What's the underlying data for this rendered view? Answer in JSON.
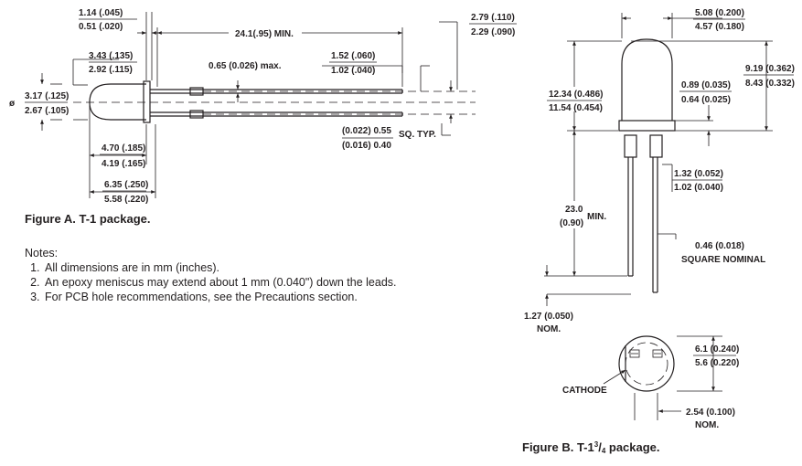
{
  "figure_a": {
    "caption": "Figure A. T-1 package.",
    "dims": {
      "d1_top": "1.14 (.045)",
      "d1_bot": "0.51 (.020)",
      "d2_top": "3.43 (.135)",
      "d2_bot": "2.92 (.115)",
      "dia_sym": "ø",
      "d3_top": "3.17 (.125)",
      "d3_bot": "2.67 (.105)",
      "d4": "24.1(.95)  MIN.",
      "d5": "0.65 (0.026) max.",
      "d6_top": "1.52 (.060)",
      "d6_bot": "1.02 (.040)",
      "d7_top": "2.79 (.110)",
      "d7_bot": "2.29 (.090)",
      "d8_top": "(0.022) 0.55",
      "d8_bot": "(0.016) 0.40",
      "d8_note": "SQ.  TYP.",
      "d9_top": "4.70 (.185)",
      "d9_bot": "4.19 (.165)",
      "d10_top": "6.35 (.250)",
      "d10_bot": "5.58 (.220)"
    }
  },
  "notes": {
    "title": "Notes:",
    "items": [
      "All dimensions are in mm (inches).",
      "An epoxy meniscus may extend about 1 mm (0.040\") down the leads.",
      "For PCB hole recommendations, see the Precautions section."
    ]
  },
  "figure_b": {
    "caption_main": "Figure B. T-1",
    "caption_sup": "3",
    "caption_sub": "4",
    "caption_end": " package.",
    "dims": {
      "w_top": "5.08 (0.200)",
      "w_bot": "4.57 (0.180)",
      "h_top": "9.19 (0.362)",
      "h_bot": "8.43 (0.332)",
      "body_top": "12.34 (0.486)",
      "body_bot": "11.54 (0.454)",
      "flange_top": "0.89 (0.035)",
      "flange_bot": "0.64 (0.025)",
      "lead_w_top": "1.32 (0.052)",
      "lead_w_bot": "1.02 (0.040)",
      "lead_len_a": "23.0",
      "lead_len_b": "(0.90)",
      "lead_len_min": "MIN.",
      "sq_a": "0.46 (0.018)",
      "sq_b": "SQUARE NOMINAL",
      "pitch_a": "1.27 (0.050)",
      "pitch_b": "NOM.",
      "bd_top": "6.1 (0.240)",
      "bd_bot": "5.6 (0.220)",
      "cathode": "CATHODE",
      "sp_a": "2.54 (0.100)",
      "sp_b": "NOM."
    }
  }
}
